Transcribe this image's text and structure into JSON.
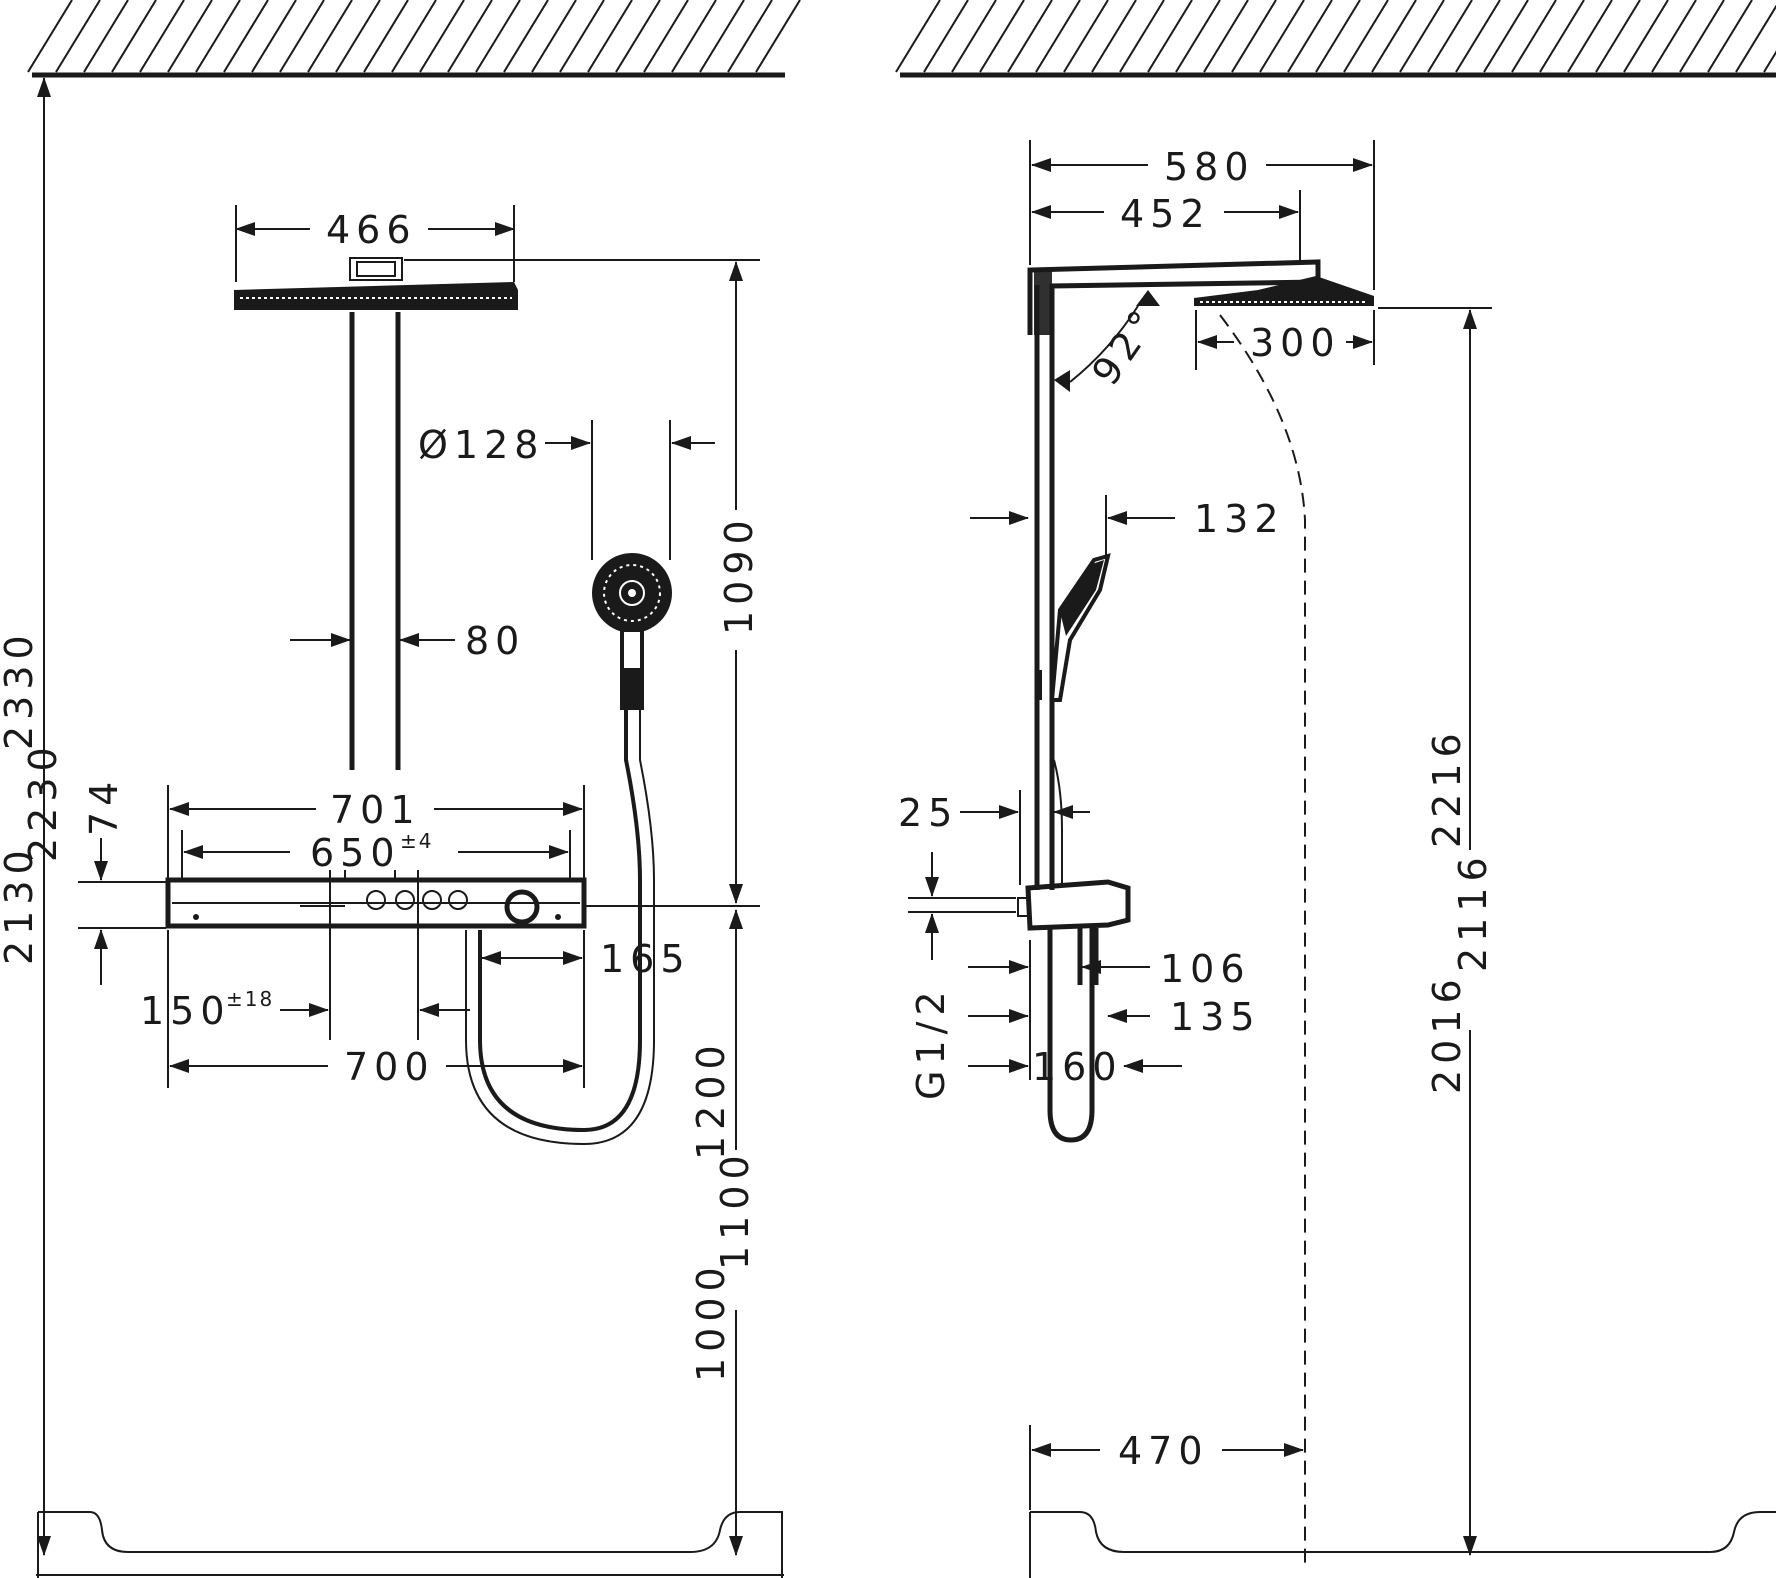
{
  "front_view": {
    "dims": {
      "shower_head_width": "466",
      "overall_height": "2330",
      "height_2230": "2230",
      "height_2130": "2130",
      "handshower_diameter": "Ø128",
      "pipe_width": "80",
      "riser_length": "1090",
      "shelf_width": "701",
      "shelf_height": "74",
      "connection_spacing": "650",
      "connection_spacing_tol": "±4",
      "control_offset": "150",
      "control_offset_tol": "±18",
      "hand_offset": "165",
      "base_width": "700",
      "thermostat_height_1200": "1200",
      "thermostat_height_1100": "1100",
      "thermostat_height_1000": "1000"
    }
  },
  "side_view": {
    "dims": {
      "arm_reach": "580",
      "arm_length": "452",
      "angle": "92°",
      "head_depth": "300",
      "handshower_offset": "132",
      "wall_gap": "25",
      "thread": "G1/2",
      "depth_106": "106",
      "depth_135": "135",
      "depth_160": "160",
      "height_2216": "2216",
      "height_2116": "2116",
      "height_2016": "2016",
      "spray_reach": "470"
    }
  },
  "colors": {
    "line": "#1a1a1a",
    "background": "#ffffff"
  }
}
